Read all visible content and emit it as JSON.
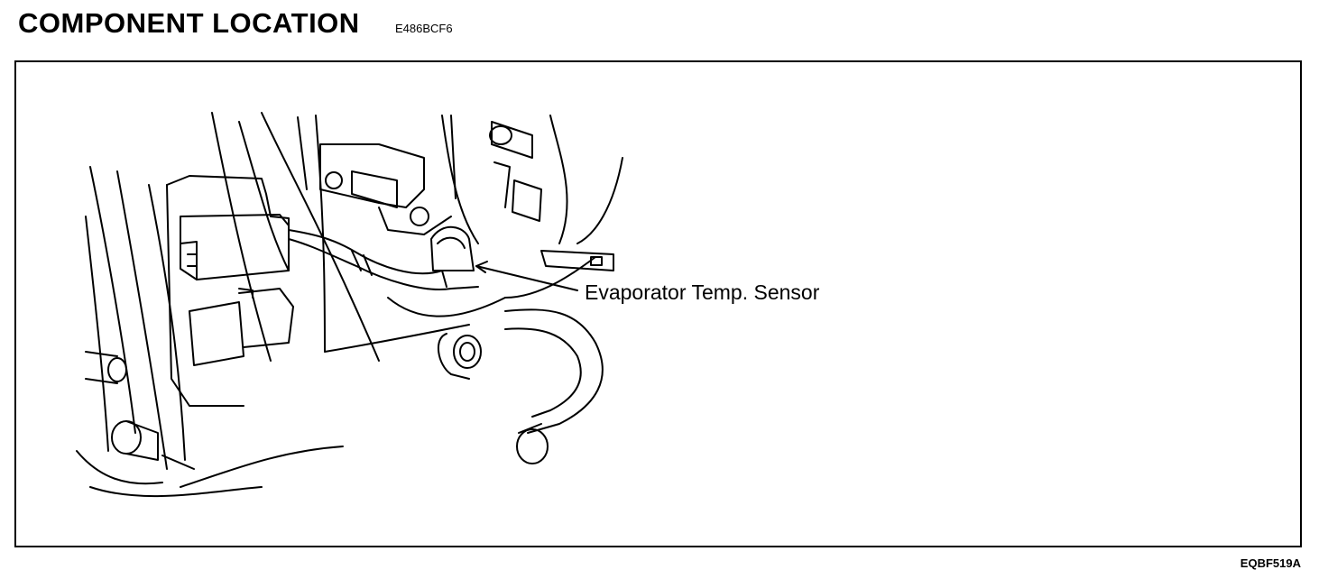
{
  "header": {
    "title": "COMPONENT LOCATION",
    "code": "E486BCF6"
  },
  "diagram": {
    "callout_label": "Evaporator Temp. Sensor",
    "figure_code": "EQBF519A"
  }
}
